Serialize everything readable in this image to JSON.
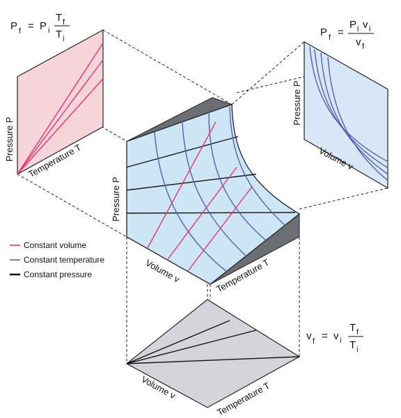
{
  "colors": {
    "constant_volume": "#e8336d",
    "constant_temperature": "#5560b0",
    "constant_pressure": "#111111",
    "pt_panel_fill": "#f5d5da",
    "pv_panel_fill": "#d8e7f5",
    "surface_fill": "#cde6f5",
    "vt_panel_fill": "#d3d5da",
    "dark_face": "#6b6e73"
  },
  "icons": {
    "legend_line": "line-swatch-icon"
  },
  "legend": {
    "constant_volume": "Constant volume",
    "constant_temperature": "Constant temperature",
    "constant_pressure": "Constant pressure"
  },
  "panels": {
    "pt": {
      "x_label": "Temperature  T",
      "y_label": "Pressure  P",
      "equation": {
        "lhs": "P",
        "lhs_sub": "f",
        "eq": "=",
        "coef": "P",
        "coef_sub": "i",
        "num": "T",
        "num_sub": "f",
        "den": "T",
        "den_sub": "i"
      }
    },
    "pv": {
      "x_label": "Volume  v",
      "y_label": "Pressure  P",
      "equation": {
        "lhs": "P",
        "lhs_sub": "f",
        "eq": "=",
        "num_a": "P",
        "num_a_sub": "i",
        "num_b": "v",
        "num_b_sub": "i",
        "den": "v",
        "den_sub": "f"
      }
    },
    "surface": {
      "y_label": "Pressure  P",
      "x_left_label": "Volume  v",
      "x_right_label": "Temperature  T"
    },
    "vt": {
      "x_left_label": "Volume  v",
      "x_right_label": "Temperature  T",
      "equation": {
        "lhs": "v",
        "lhs_sub": "f",
        "eq": "=",
        "coef": "v",
        "coef_sub": "i",
        "num": "T",
        "num_sub": "f",
        "den": "T",
        "den_sub": "i"
      }
    }
  }
}
